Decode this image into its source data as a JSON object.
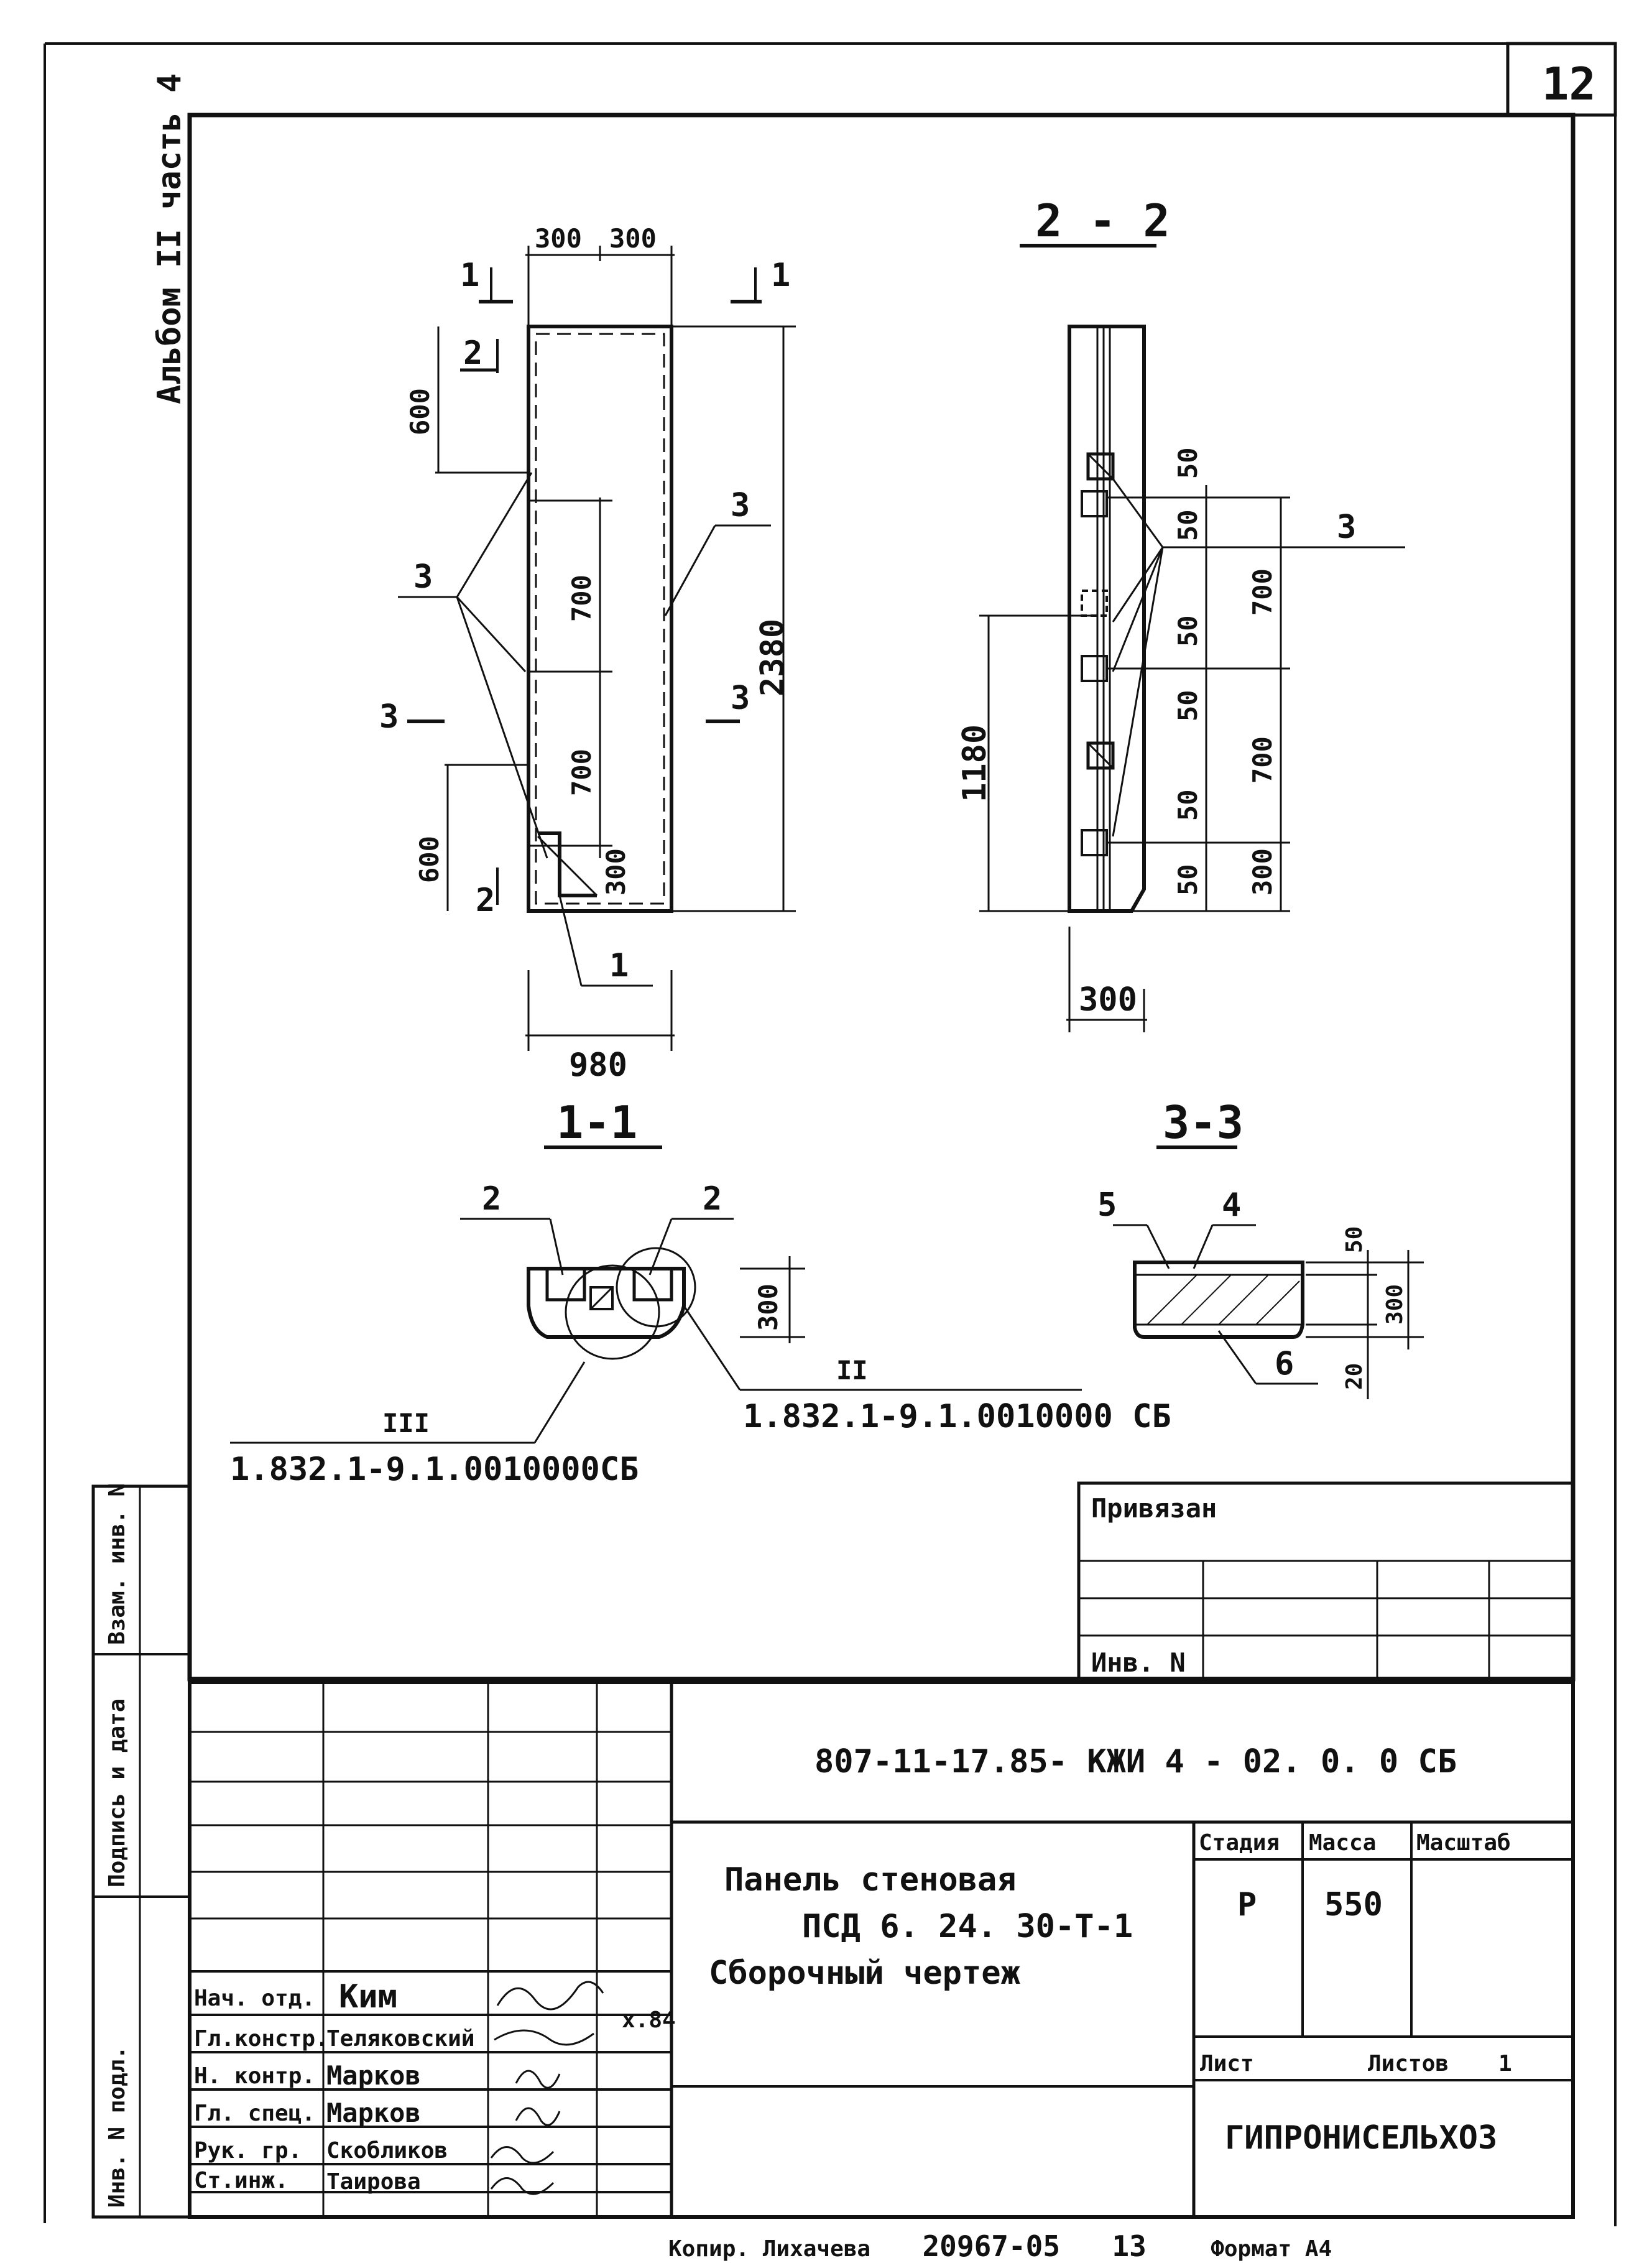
{
  "sheet_number": "12",
  "album_label": "Альбом II часть 4",
  "views": {
    "front": {
      "dims": {
        "top_a": "300",
        "top_b": "300",
        "upper": "600",
        "mid1": "700",
        "mid2": "700",
        "lower": "600",
        "corner": "300",
        "height": "2380",
        "width": "980"
      },
      "section_marks": {
        "s1_left": "1",
        "s1_right": "1",
        "s2_top": "2",
        "s2_bottom": "2",
        "s3_left": "3",
        "s3_right": "3"
      },
      "callouts": {
        "c3_left": "3",
        "c3_right": "3",
        "c1": "1"
      }
    },
    "section_2_2": {
      "title": "2 - 2",
      "dims": {
        "d50_1": "50",
        "d50_2": "50",
        "d700_1": "700",
        "d50_3": "50",
        "d50_4": "50",
        "d700_2": "700",
        "d50_5": "50",
        "d50_6": "50",
        "d300": "300",
        "d1180": "1180",
        "width": "300"
      },
      "callout": "3"
    },
    "section_1_1": {
      "title": "1-1",
      "labels": {
        "l2a": "2",
        "l2b": "2",
        "dim": "300",
        "node2": "II",
        "ref2": "1.832.1-9.1.0010000 СБ",
        "node3": "III",
        "ref3": "1.832.1-9.1.0010000СБ"
      }
    },
    "section_3_3": {
      "title": "3-3",
      "labels": {
        "l5": "5",
        "l4": "4",
        "l6": "6",
        "d50": "50",
        "d300": "300",
        "d20": "20"
      }
    }
  },
  "tied_block": {
    "title": "Привязан",
    "inv": "Инв. N"
  },
  "side_stamp": {
    "inv_podl": "Инв. N подл.",
    "podpis": "Подпись и дата",
    "vzam": "Взам. инв. N"
  },
  "title_block": {
    "code": "807-11-17.85- КЖИ 4 - 02. 0. 0 СБ",
    "name1": "Панель стеновая",
    "name2": "ПСД 6. 24. 30-Т-1",
    "name3": "Сборочный чертеж",
    "stage_h": "Стадия",
    "mass_h": "Масса",
    "scale_h": "Масштаб",
    "stage": "Р",
    "mass": "550",
    "sheet_h": "Лист",
    "sheets_h": "Листов",
    "sheets": "1",
    "org": "ГИПРОНИСЕЛЬХОЗ",
    "signers": [
      {
        "role": "Нач. отд.",
        "name": "Ким"
      },
      {
        "role": "Гл.констр.",
        "name": "Теляковский",
        "date": "х.84"
      },
      {
        "role": "Н. контр.",
        "name": "Марков"
      },
      {
        "role": "Гл. спец.",
        "name": "Марков"
      },
      {
        "role": "Рук. гр.",
        "name": "Скобликов"
      },
      {
        "role": "Ст.инж.",
        "name": "Таирова"
      }
    ]
  },
  "footer": {
    "copy": "Копир. Лихачева",
    "num": "20967-05",
    "page": "13",
    "format": "Формат А4"
  }
}
